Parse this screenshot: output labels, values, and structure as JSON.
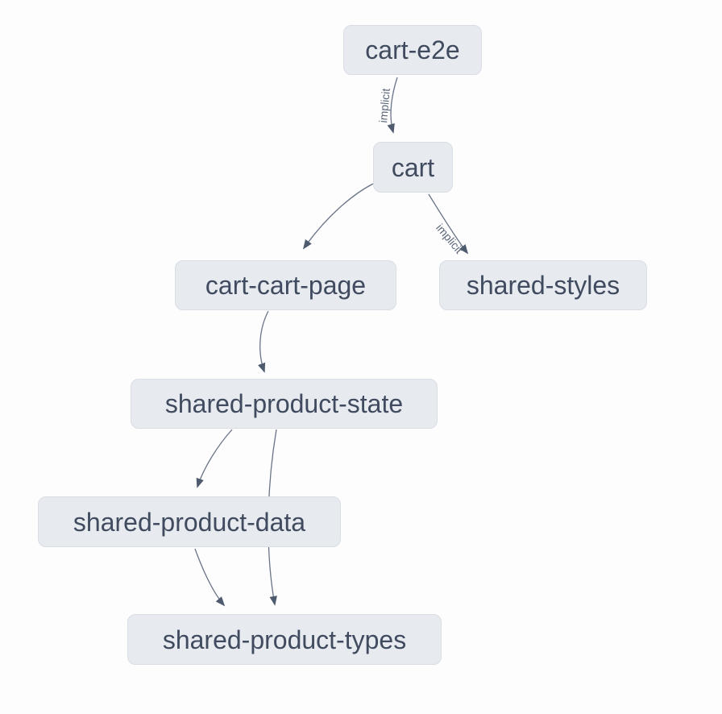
{
  "graph": {
    "nodes": [
      {
        "id": "cart-e2e",
        "label": "cart-e2e"
      },
      {
        "id": "cart",
        "label": "cart"
      },
      {
        "id": "cart-cart-page",
        "label": "cart-cart-page"
      },
      {
        "id": "shared-styles",
        "label": "shared-styles"
      },
      {
        "id": "shared-product-state",
        "label": "shared-product-state"
      },
      {
        "id": "shared-product-data",
        "label": "shared-product-data"
      },
      {
        "id": "shared-product-types",
        "label": "shared-product-types"
      }
    ],
    "edges": [
      {
        "from": "cart-e2e",
        "to": "cart",
        "label": "implicit"
      },
      {
        "from": "cart",
        "to": "cart-cart-page",
        "label": ""
      },
      {
        "from": "cart",
        "to": "shared-styles",
        "label": "implicit"
      },
      {
        "from": "cart-cart-page",
        "to": "shared-product-state",
        "label": ""
      },
      {
        "from": "shared-product-state",
        "to": "shared-product-data",
        "label": ""
      },
      {
        "from": "shared-product-state",
        "to": "shared-product-types",
        "label": ""
      },
      {
        "from": "shared-product-data",
        "to": "shared-product-types",
        "label": ""
      }
    ],
    "colors": {
      "background": "#fdfdfe",
      "node_fill": "#e7eaef",
      "node_border": "#d9dde4",
      "node_text": "#404b5f",
      "edge_stroke": "#6a7487",
      "arrowhead": "#4e5a6e",
      "edge_label_text": "#5b6678"
    }
  }
}
